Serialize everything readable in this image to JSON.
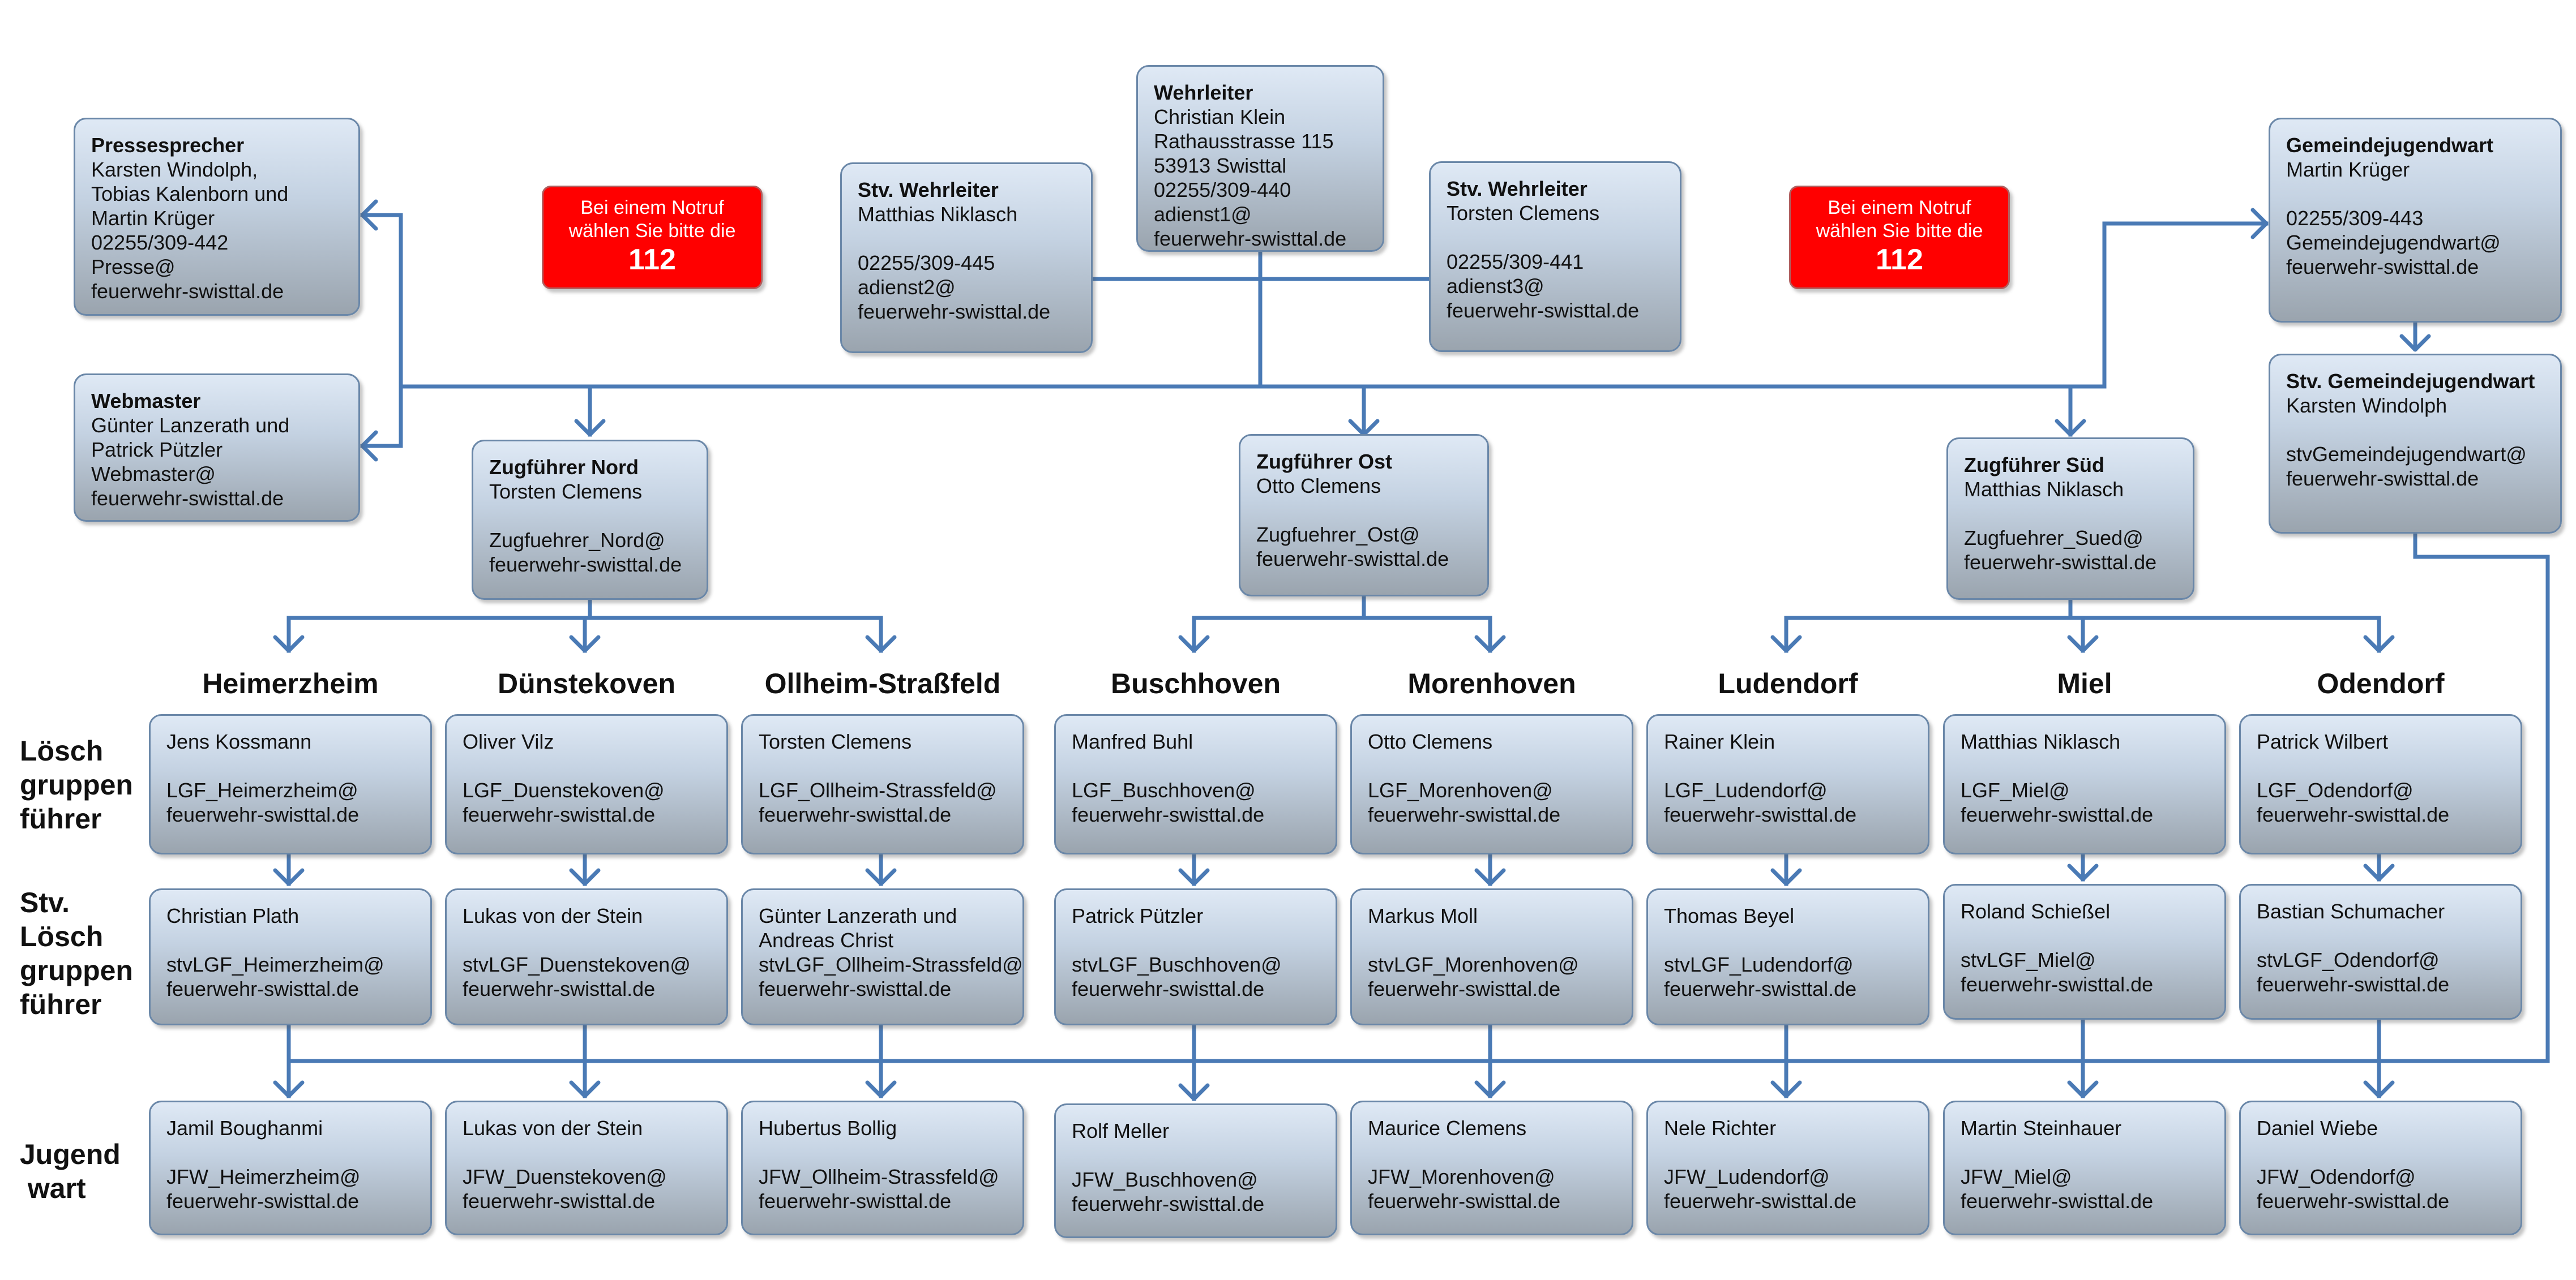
{
  "notruf": {
    "line1": "Bei einem Notruf",
    "line2": "wählen Sie bitte die",
    "number": "112"
  },
  "leadership": {
    "wehrleiter": {
      "title": "Wehrleiter",
      "lines": [
        "Christian Klein",
        "Rathausstrasse 115",
        "53913 Swisttal",
        "02255/309-440",
        "adienst1@",
        "feuerwehr-swisttal.de"
      ]
    },
    "stv_left": {
      "title": "Stv. Wehrleiter",
      "lines": [
        "Matthias Niklasch",
        "",
        "02255/309-445",
        "adienst2@",
        "feuerwehr-swisttal.de"
      ]
    },
    "stv_right": {
      "title": "Stv. Wehrleiter",
      "lines": [
        "Torsten Clemens",
        "",
        "02255/309-441",
        "adienst3@",
        "feuerwehr-swisttal.de"
      ]
    },
    "presse": {
      "title": "Pressesprecher",
      "lines": [
        "Karsten Windolph,",
        "Tobias Kalenborn und",
        "Martin Krüger",
        "02255/309-442",
        "Presse@",
        "feuerwehr-swisttal.de"
      ]
    },
    "webmaster": {
      "title": "Webmaster",
      "lines": [
        "Günter Lanzerath und",
        "Patrick Pützler",
        "Webmaster@",
        "feuerwehr-swisttal.de"
      ]
    },
    "gjw": {
      "title": "Gemeindejugendwart",
      "lines": [
        "Martin Krüger",
        "",
        "02255/309-443",
        "Gemeindejugendwart@",
        "feuerwehr-swisttal.de"
      ]
    },
    "stv_gjw": {
      "title": "Stv. Gemeindejugendwart",
      "lines": [
        "Karsten Windolph",
        "",
        "stvGemeindejugendwart@",
        "feuerwehr-swisttal.de"
      ]
    }
  },
  "zugfuehrer": {
    "nord": {
      "title": "Zugführer Nord",
      "lines": [
        "Torsten Clemens",
        "",
        "Zugfuehrer_Nord@",
        "feuerwehr-swisttal.de"
      ]
    },
    "ost": {
      "title": "Zugführer Ost",
      "lines": [
        "Otto Clemens",
        "",
        "Zugfuehrer_Ost@",
        "feuerwehr-swisttal.de"
      ]
    },
    "sued": {
      "title": "Zugführer Süd",
      "lines": [
        "Matthias Niklasch",
        "",
        "Zugfuehrer_Sued@",
        "feuerwehr-swisttal.de"
      ]
    }
  },
  "row_labels": {
    "lgf": [
      "Lösch",
      "gruppen",
      "führer"
    ],
    "stvlgf": [
      "Stv.",
      "Lösch",
      "gruppen",
      "führer"
    ],
    "jfw": [
      "Jugend",
      " wart"
    ]
  },
  "units": [
    {
      "name": "Heimerzheim",
      "lgf": [
        "Jens Kossmann",
        "",
        "LGF_Heimerzheim@",
        "feuerwehr-swisttal.de"
      ],
      "stvlgf": [
        "Christian Plath",
        "",
        "stvLGF_Heimerzheim@",
        "feuerwehr-swisttal.de"
      ],
      "jfw": [
        "Jamil Boughanmi",
        "",
        "JFW_Heimerzheim@",
        "feuerwehr-swisttal.de"
      ]
    },
    {
      "name": "Dünstekoven",
      "lgf": [
        "Oliver Vilz",
        "",
        "LGF_Duenstekoven@",
        "feuerwehr-swisttal.de"
      ],
      "stvlgf": [
        "Lukas von der Stein",
        "",
        "stvLGF_Duenstekoven@",
        "feuerwehr-swisttal.de"
      ],
      "jfw": [
        "Lukas von der Stein",
        "",
        "JFW_Duenstekoven@",
        "feuerwehr-swisttal.de"
      ]
    },
    {
      "name": "Ollheim-Straßfeld",
      "lgf": [
        "Torsten Clemens",
        "",
        "LGF_Ollheim-Strassfeld@",
        "feuerwehr-swisttal.de"
      ],
      "stvlgf": [
        "Günter Lanzerath und",
        "Andreas Christ",
        "stvLGF_Ollheim-Strassfeld@",
        "feuerwehr-swisttal.de"
      ],
      "jfw": [
        "Hubertus Bollig",
        "",
        "JFW_Ollheim-Strassfeld@",
        "feuerwehr-swisttal.de"
      ]
    },
    {
      "name": "Buschhoven",
      "lgf": [
        "Manfred Buhl",
        "",
        "LGF_Buschhoven@",
        "feuerwehr-swisttal.de"
      ],
      "stvlgf": [
        "Patrick Pützler",
        "",
        "stvLGF_Buschhoven@",
        "feuerwehr-swisttal.de"
      ],
      "jfw": [
        "Rolf Meller",
        "",
        "JFW_Buschhoven@",
        "feuerwehr-swisttal.de"
      ]
    },
    {
      "name": "Morenhoven",
      "lgf": [
        "Otto Clemens",
        "",
        "LGF_Morenhoven@",
        "feuerwehr-swisttal.de"
      ],
      "stvlgf": [
        "Markus Moll",
        "",
        "stvLGF_Morenhoven@",
        "feuerwehr-swisttal.de"
      ],
      "jfw": [
        "Maurice Clemens",
        "",
        "JFW_Morenhoven@",
        "feuerwehr-swisttal.de"
      ]
    },
    {
      "name": "Ludendorf",
      "lgf": [
        "Rainer Klein",
        "",
        "LGF_Ludendorf@",
        "feuerwehr-swisttal.de"
      ],
      "stvlgf": [
        "Thomas Beyel",
        "",
        "stvLGF_Ludendorf@",
        "feuerwehr-swisttal.de"
      ],
      "jfw": [
        "Nele Richter",
        "",
        "JFW_Ludendorf@",
        "feuerwehr-swisttal.de"
      ]
    },
    {
      "name": "Miel",
      "lgf": [
        "Matthias Niklasch",
        "",
        "LGF_Miel@",
        "feuerwehr-swisttal.de"
      ],
      "stvlgf": [
        "Roland Schießel",
        "",
        "stvLGF_Miel@",
        "feuerwehr-swisttal.de"
      ],
      "jfw": [
        "Martin Steinhauer",
        "",
        "JFW_Miel@",
        "feuerwehr-swisttal.de"
      ]
    },
    {
      "name": "Odendorf",
      "lgf": [
        "Patrick Wilbert",
        "",
        "LGF_Odendorf@",
        "feuerwehr-swisttal.de"
      ],
      "stvlgf": [
        "Bastian Schumacher",
        "",
        "stvLGF_Odendorf@",
        "feuerwehr-swisttal.de"
      ],
      "jfw": [
        "Daniel Wiebe",
        "",
        "JFW_Odendorf@",
        "feuerwehr-swisttal.de"
      ]
    }
  ],
  "colors": {
    "connector": "#4a7ab5",
    "notruf": "#ff0000",
    "box_border": "#6a87a8"
  }
}
